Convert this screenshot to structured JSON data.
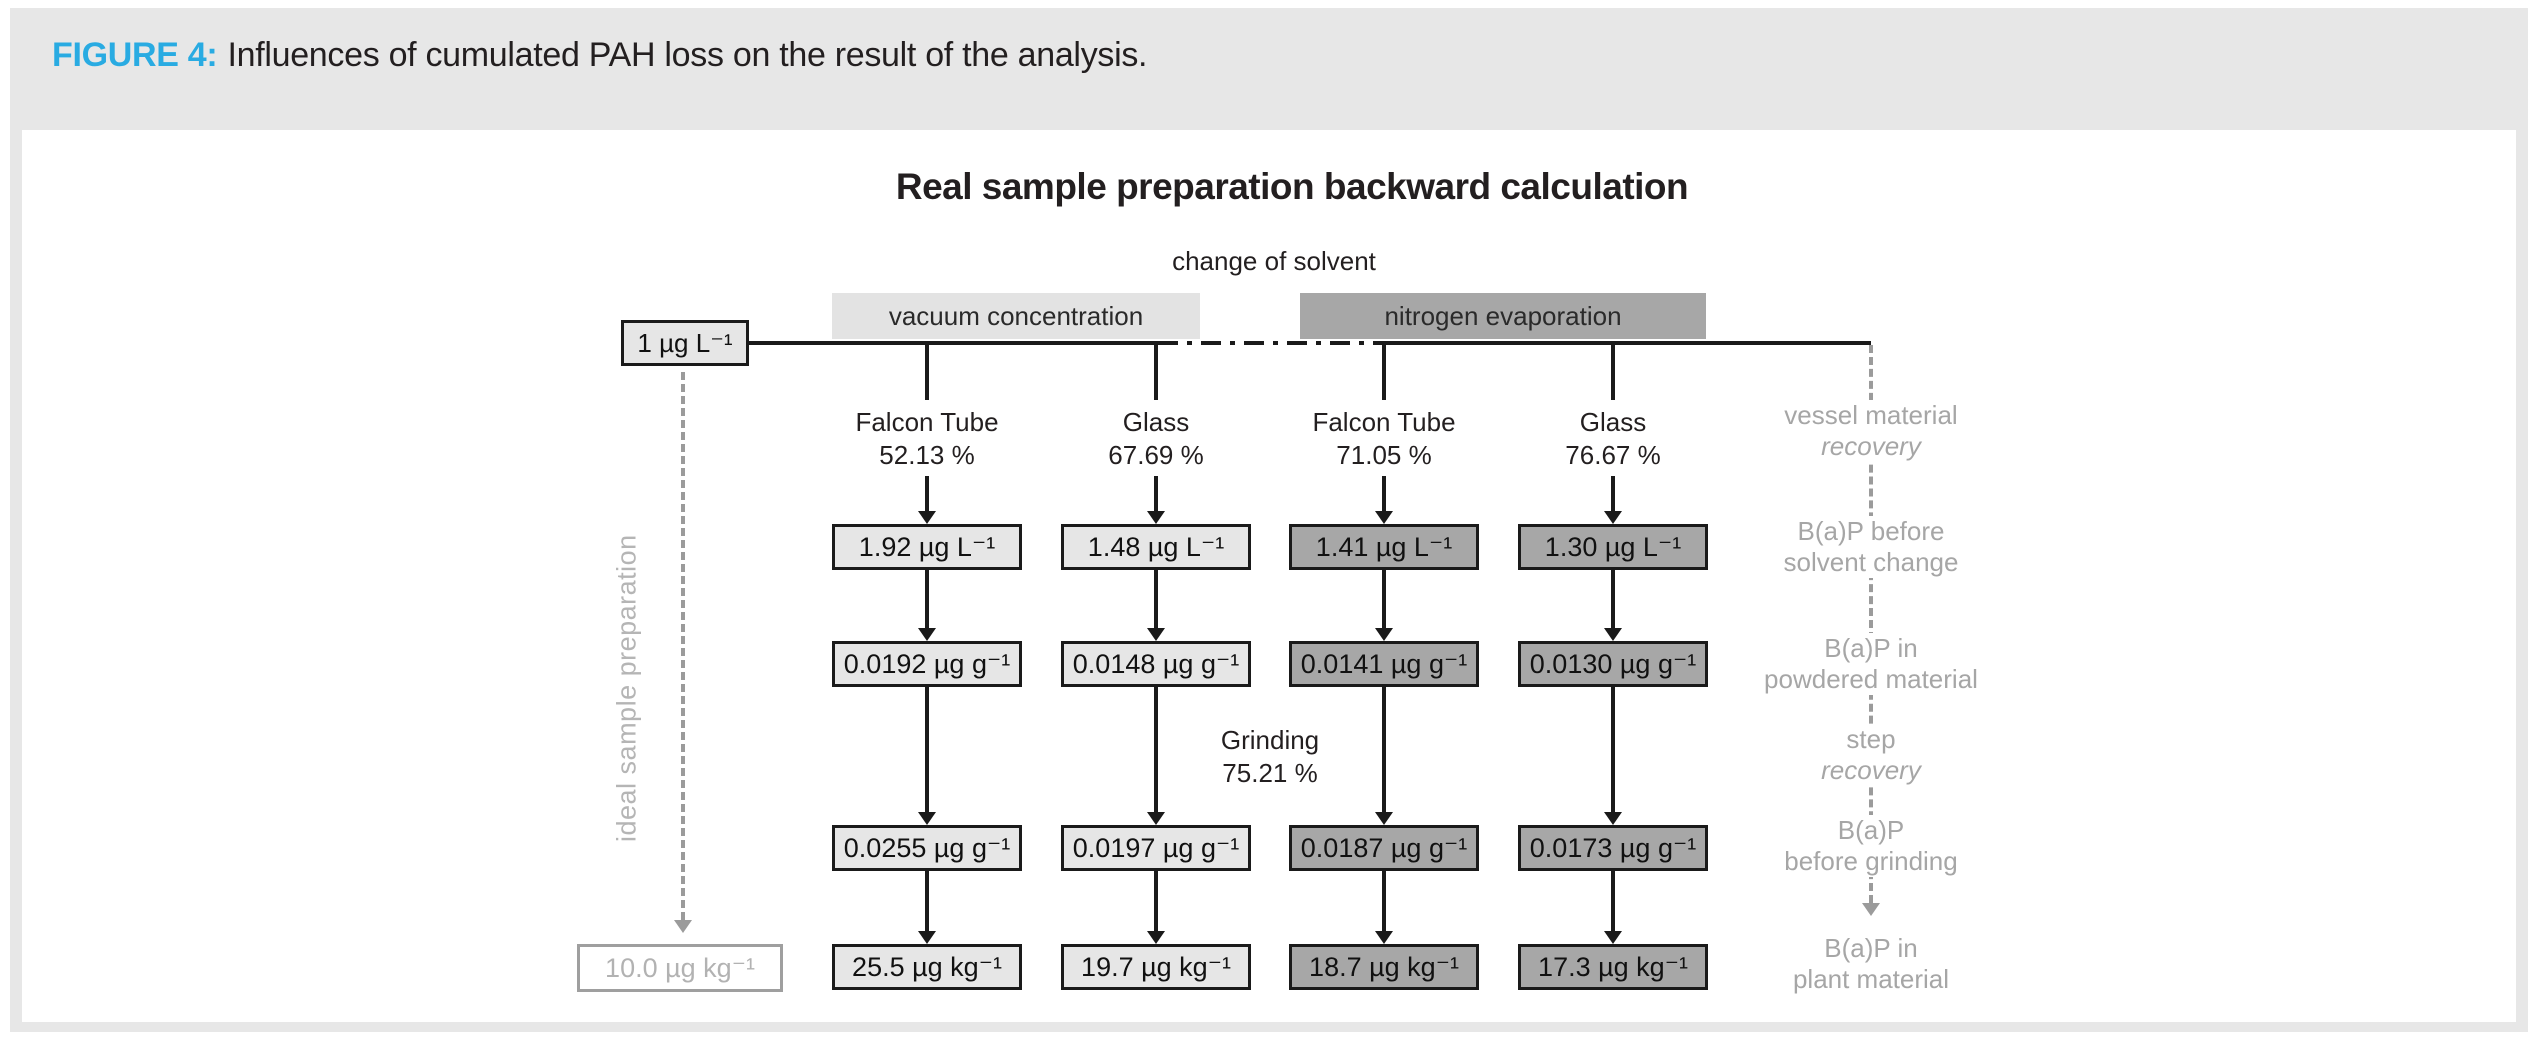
{
  "figure": {
    "label": "FIGURE 4:",
    "caption": "Influences of cumulated PAH loss on the result of the analysis.",
    "accent_color": "#29abe2"
  },
  "diagram": {
    "title": "Real sample preparation backward calculation",
    "top_label": "change of solvent",
    "method_headers": [
      {
        "label": "vacuum concentration",
        "tone": "light"
      },
      {
        "label": "nitrogen evaporation",
        "tone": "dark"
      }
    ],
    "source_box": "1 µg L⁻¹",
    "ideal": {
      "result_box": "10.0 µg kg⁻¹",
      "path_label": "ideal sample preparation"
    },
    "grinding": {
      "name": "Grinding",
      "recovery": "75.21 %"
    },
    "columns": [
      {
        "vessel": "Falcon Tube",
        "recovery": "52.13 %",
        "tone": "light",
        "values": [
          "1.92 µg L⁻¹",
          "0.0192 µg g⁻¹",
          "0.0255 µg g⁻¹",
          "25.5 µg kg⁻¹"
        ]
      },
      {
        "vessel": "Glass",
        "recovery": "67.69 %",
        "tone": "light",
        "values": [
          "1.48 µg L⁻¹",
          "0.0148 µg g⁻¹",
          "0.0197 µg g⁻¹",
          "19.7 µg kg⁻¹"
        ]
      },
      {
        "vessel": "Falcon Tube",
        "recovery": "71.05 %",
        "tone": "dark",
        "values": [
          "1.41 µg L⁻¹",
          "0.0141 µg g⁻¹",
          "0.0187 µg g⁻¹",
          "18.7 µg kg⁻¹"
        ]
      },
      {
        "vessel": "Glass",
        "recovery": "76.67 %",
        "tone": "dark",
        "values": [
          "1.30 µg L⁻¹",
          "0.0130 µg g⁻¹",
          "0.0173 µg g⁻¹",
          "17.3 µg kg⁻¹"
        ]
      }
    ],
    "row_annotations": [
      {
        "lines": [
          "vessel material",
          "recovery"
        ],
        "italic_line": 1
      },
      {
        "lines": [
          "B(a)P before",
          "solvent change"
        ],
        "italic_line": -1
      },
      {
        "lines": [
          "B(a)P in",
          "powdered material"
        ],
        "italic_line": -1
      },
      {
        "lines": [
          "step",
          "recovery"
        ],
        "italic_line": 1
      },
      {
        "lines": [
          "B(a)P",
          "before grinding"
        ],
        "italic_line": -1
      },
      {
        "lines": [
          "B(a)P in",
          "plant material"
        ],
        "italic_line": -1
      }
    ],
    "colors": {
      "light_box": "#e6e6e6",
      "dark_box": "#a7a7a7",
      "line": "#1a1a1a",
      "muted_gray": "#a6a6a6"
    }
  }
}
